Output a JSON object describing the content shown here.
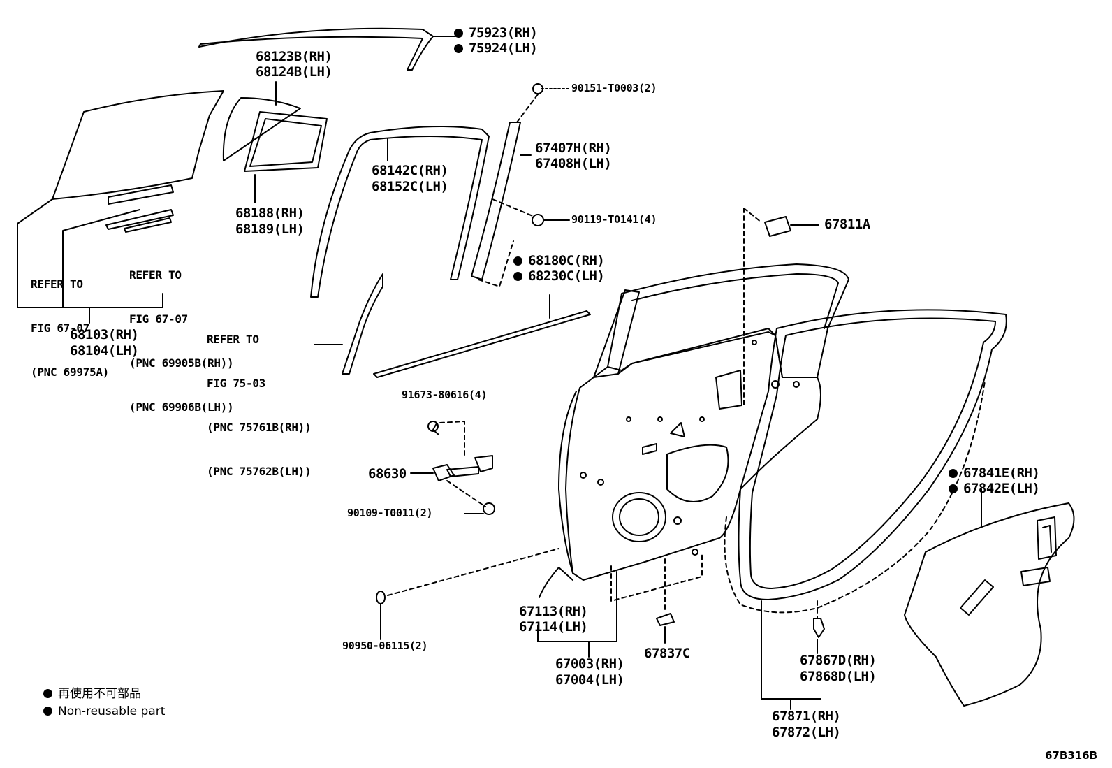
{
  "callouts": {
    "c75923": "75923(RH)",
    "c75924": "75924(LH)",
    "c68123": "68123B(RH)",
    "c68124": "68124B(LH)",
    "c90151": "90151-T0003(2)",
    "c67407": "67407H(RH)",
    "c67408": "67408H(LH)",
    "c68142": "68142C(RH)",
    "c68152": "68152C(LH)",
    "c90119": "90119-T0141(4)",
    "c67811": "67811A",
    "c68188": "68188(RH)",
    "c68189": "68189(LH)",
    "c68180": "68180C(RH)",
    "c68230": "68230C(LH)",
    "c68103": "68103(RH)",
    "c68104": "68104(LH)",
    "c91673": "91673-80616(4)",
    "c68630": "68630",
    "c90109": "90109-T0011(2)",
    "c67841": "67841E(RH)",
    "c67842": "67842E(LH)",
    "c67113": "67113(RH)",
    "c67114": "67114(LH)",
    "c67003": "67003(RH)",
    "c67004": "67004(LH)",
    "c67837": "67837C",
    "c90950": "90950-06115(2)",
    "c67867": "67867D(RH)",
    "c67868": "67868D(LH)",
    "c67871": "67871(RH)",
    "c67872": "67872(LH)"
  },
  "refer_notes": {
    "ref1": [
      "REFER TO",
      "FIG 67-07",
      "(PNC 69975A)"
    ],
    "ref2": [
      "REFER TO",
      "FIG 67-07",
      "(PNC 69905B(RH))",
      "(PNC 69906B(LH))"
    ],
    "ref3": [
      "REFER TO",
      "FIG 75-03",
      "(PNC 75761B(RH))",
      "(PNC 75762B(LH))"
    ]
  },
  "legend": {
    "jp": "再使用不可部品",
    "en": "Non-reusable part"
  },
  "figure_code": "67B316B",
  "colors": {
    "ink": "#000000",
    "paper": "#ffffff"
  }
}
